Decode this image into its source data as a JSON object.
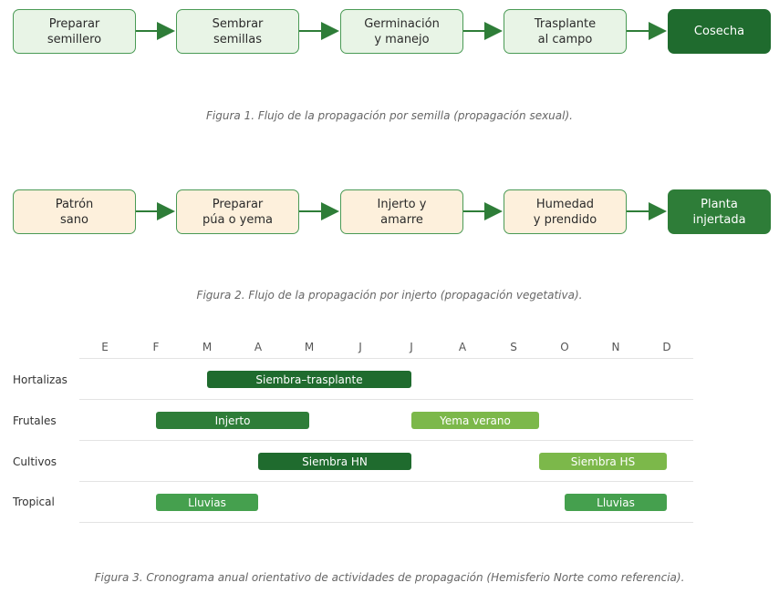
{
  "figure1": {
    "steps": [
      {
        "label": "Preparar\nsemillero"
      },
      {
        "label": "Sembrar\nsemillas"
      },
      {
        "label": "Germinación\ny manejo"
      },
      {
        "label": "Trasplante\nal campo"
      },
      {
        "label": "Cosecha"
      }
    ],
    "caption": "Figura 1. Flujo de la propagación por semilla (propagación sexual)."
  },
  "figure2": {
    "steps": [
      {
        "label": "Patrón\nsano"
      },
      {
        "label": "Preparar\npúa o yema"
      },
      {
        "label": "Injerto y\namarre"
      },
      {
        "label": "Humedad\ny prendido"
      },
      {
        "label": "Planta\ninjertada"
      }
    ],
    "caption": "Figura 2. Flujo de la propagación por injerto (propagación vegetativa)."
  },
  "figure3": {
    "months": [
      "E",
      "F",
      "M",
      "A",
      "M",
      "J",
      "J",
      "A",
      "S",
      "O",
      "N",
      "D"
    ],
    "rows": [
      {
        "label": "Hortalizas"
      },
      {
        "label": "Frutales"
      },
      {
        "label": "Cultivos"
      },
      {
        "label": "Tropical"
      }
    ],
    "bars": [
      {
        "label": "Siembra–trasplante",
        "row": 0,
        "start_month": 2.5,
        "end_month": 6.5,
        "color": "#1f6b2e"
      },
      {
        "label": "Injerto",
        "row": 1,
        "start_month": 1.5,
        "end_month": 4.5,
        "color": "#2e7d38"
      },
      {
        "label": "Yema verano",
        "row": 1,
        "start_month": 6.5,
        "end_month": 9.0,
        "color": "#7cb84a"
      },
      {
        "label": "Siembra HN",
        "row": 2,
        "start_month": 3.5,
        "end_month": 6.5,
        "color": "#1f6b2e"
      },
      {
        "label": "Siembra HS",
        "row": 2,
        "start_month": 9.0,
        "end_month": 11.5,
        "color": "#7cb84a"
      },
      {
        "label": "Lluvias",
        "row": 3,
        "start_month": 1.5,
        "end_month": 3.5,
        "color": "#45a04e"
      },
      {
        "label": "Lluvias",
        "row": 3,
        "start_month": 9.5,
        "end_month": 11.5,
        "color": "#45a04e"
      }
    ],
    "caption": "Figura 3. Cronograma anual orientativo de actividades de propagación (Hemisferio Norte como referencia)."
  }
}
